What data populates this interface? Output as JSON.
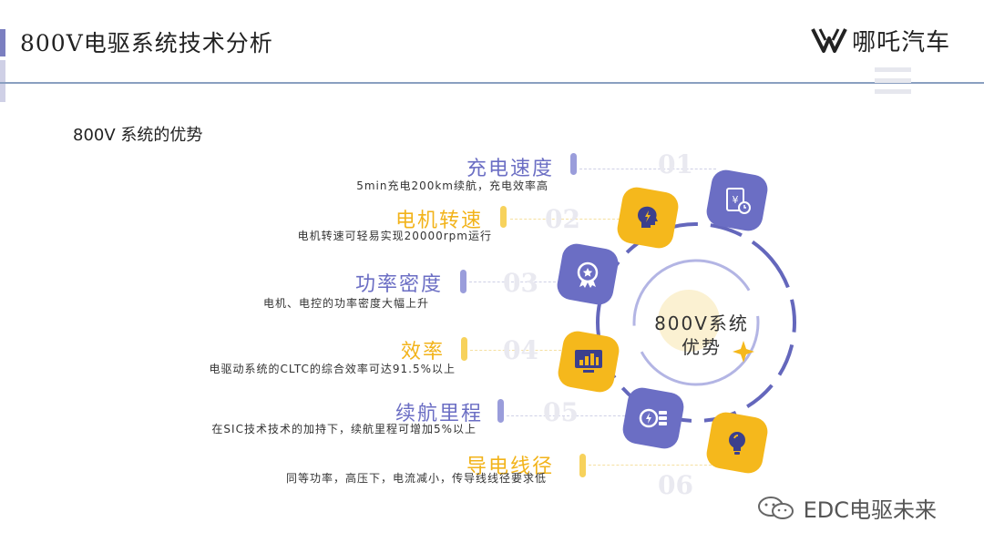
{
  "header": {
    "title": "800V电驱系统技术分析",
    "brand": "哪吒汽车"
  },
  "subtitle": "800V 系统的优势",
  "center": {
    "line1": "800V系统",
    "line2": "优势"
  },
  "items": [
    {
      "title": "充电速度",
      "desc": "5min充电200km续航，充电效率高",
      "num": "01",
      "color": "purple"
    },
    {
      "title": "电机转速",
      "desc": "电机转速可轻易实现20000rpm运行",
      "num": "02",
      "color": "yellow"
    },
    {
      "title": "功率密度",
      "desc": "电机、电控的功率密度大幅上升",
      "num": "03",
      "color": "purple"
    },
    {
      "title": "效率",
      "desc": "电驱动系统的CLTC的综合效率可达91.5%以上",
      "num": "04",
      "color": "yellow"
    },
    {
      "title": "续航里程",
      "desc": "在SIC技术技术的加持下，续航里程可增加5%以上",
      "num": "05",
      "color": "purple"
    },
    {
      "title": "导电线径",
      "desc": "同等功率，高压下，电流减小，传导线线径要求低",
      "num": "06",
      "color": "yellow"
    }
  ],
  "icons": [
    "money-clock-icon",
    "head-bolt-icon",
    "medal-star-icon",
    "monitor-chart-icon",
    "battery-bolt-icon",
    "lightbulb-icon"
  ],
  "watermark": "EDC电驱未来",
  "colors": {
    "purple": "#6b6ec4",
    "yellow": "#f5b81c",
    "rule": "#8a9fc0"
  }
}
